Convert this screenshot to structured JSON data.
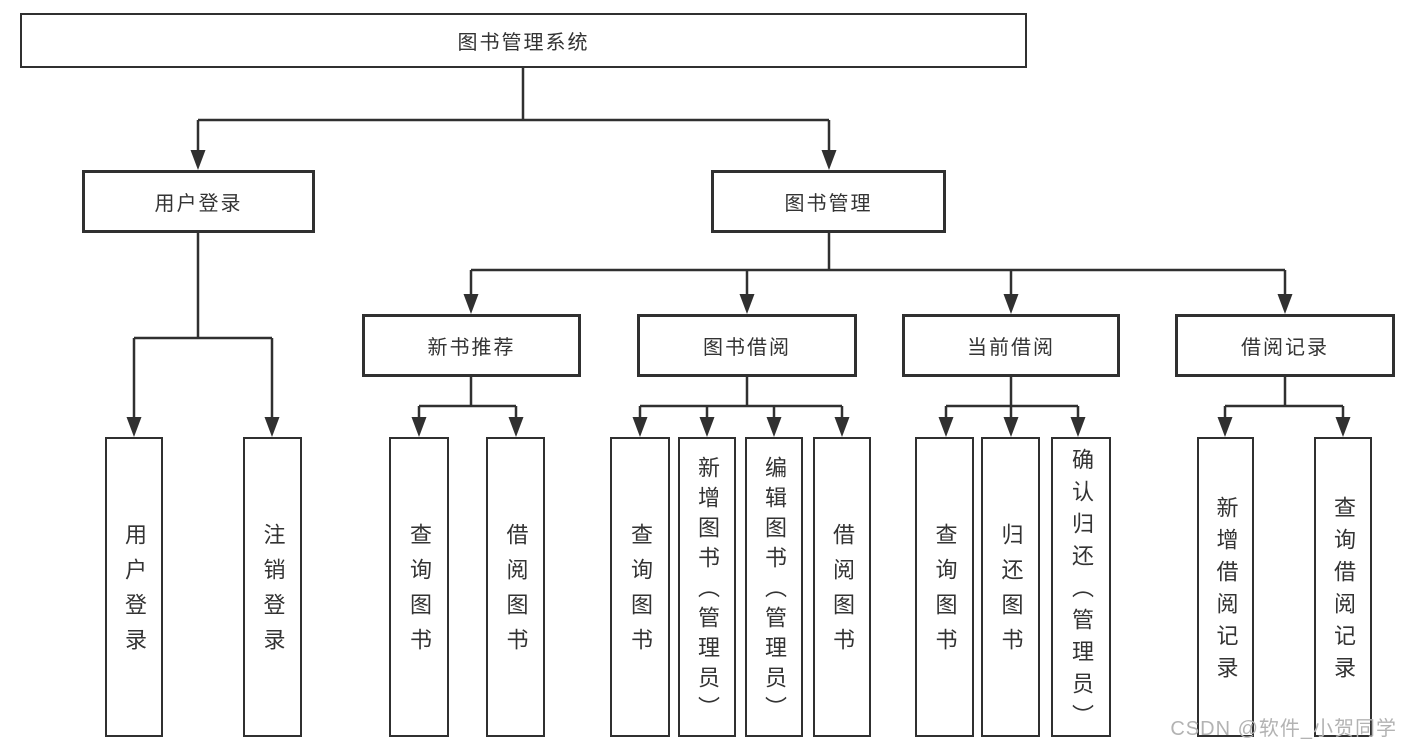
{
  "diagram": {
    "root": {
      "label": "图书管理系统"
    },
    "branches": [
      {
        "label": "用户登录",
        "children": [
          "用户登录",
          "注销登录"
        ]
      },
      {
        "label": "图书管理",
        "children": [
          {
            "label": "新书推荐",
            "children": [
              "查询图书",
              "借阅图书"
            ]
          },
          {
            "label": "图书借阅",
            "children": [
              "查询图书",
              "新增图书（管理员）",
              "编辑图书（管理员）",
              "借阅图书"
            ]
          },
          {
            "label": "当前借阅",
            "children": [
              "查询图书",
              "归还图书",
              "确认归还（管理员）"
            ]
          },
          {
            "label": "借阅记录",
            "children": [
              "新增借阅记录",
              "查询借阅记录"
            ]
          }
        ]
      }
    ]
  },
  "watermark": {
    "text": "CSDN @软件_小贺同学"
  },
  "colors": {
    "line": "#303030",
    "text": "#333333",
    "watermark": "#b3b3b3",
    "background": "#ffffff"
  }
}
